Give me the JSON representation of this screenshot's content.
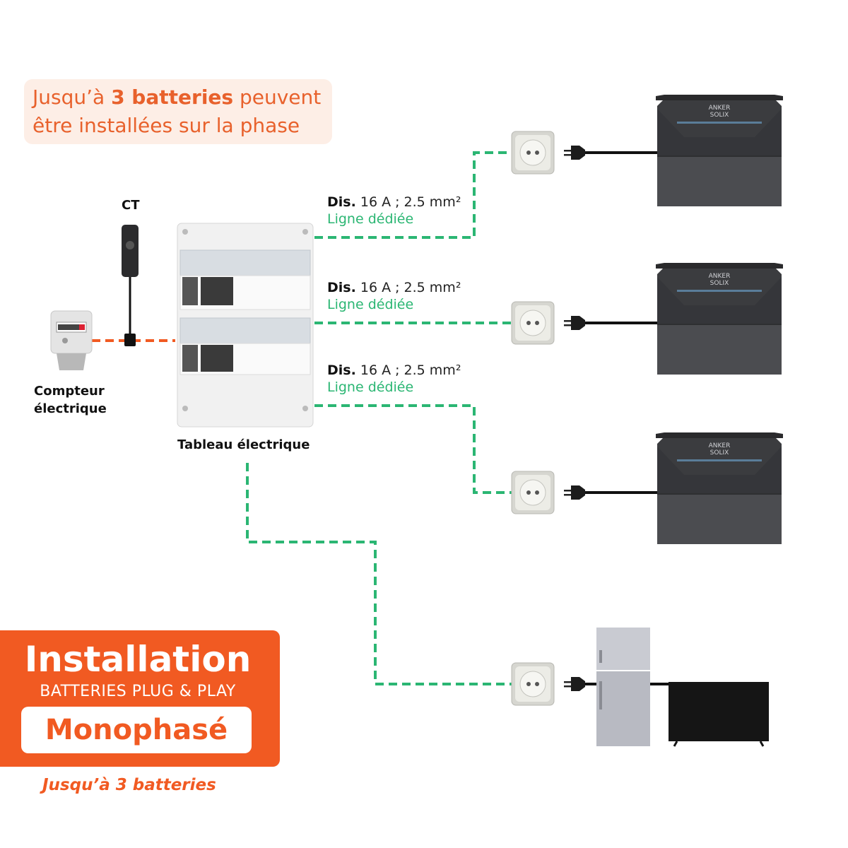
{
  "callout": {
    "line1_before": "Jusqu’à ",
    "line1_bold": "3 batteries",
    "line1_after": " peuvent",
    "line2": "être installées sur la phase"
  },
  "labels": {
    "ct": "CT",
    "meter_line1": "Compteur",
    "meter_line2": "électrique",
    "panel": "Tableau électrique"
  },
  "circuits": [
    {
      "rating_bold": "Dis.",
      "rating_text": " 16 A ; 2.5 mm²",
      "dedicated": "Ligne dédiée"
    },
    {
      "rating_bold": "Dis.",
      "rating_text": " 16 A ; 2.5 mm²",
      "dedicated": "Ligne dédiée"
    },
    {
      "rating_bold": "Dis.",
      "rating_text": " 16 A ; 2.5 mm²",
      "dedicated": "Ligne dédiée"
    }
  ],
  "battery_brand": "ANKER",
  "battery_model": "SOLIX",
  "badge": {
    "title": "Installation",
    "subtitle": "BATTERIES PLUG & PLAY",
    "pill": "Monophasé"
  },
  "footnote": "Jusqu’à 3 batteries",
  "colors": {
    "orange": "#f15a22",
    "green_line": "#2bb673",
    "callout_bg": "#fdeee6",
    "battery": "#4a4b4e"
  }
}
